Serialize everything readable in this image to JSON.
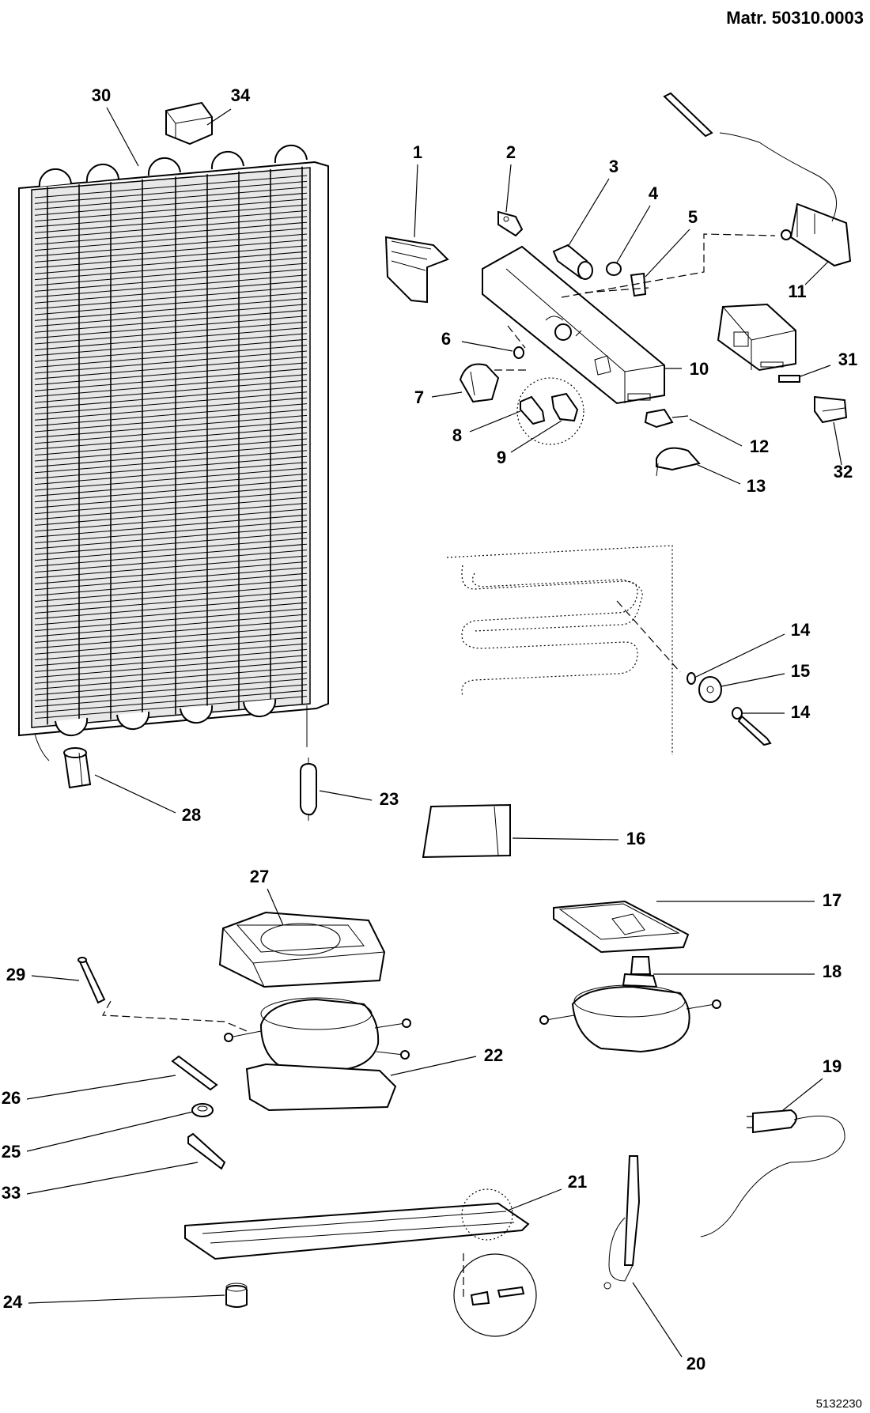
{
  "header": {
    "material_number": "Matr. 50310.0003"
  },
  "footer": {
    "drawing_number": "5132230"
  },
  "callouts": [
    {
      "id": "c30",
      "text": "30"
    },
    {
      "id": "c34",
      "text": "34"
    },
    {
      "id": "c1",
      "text": "1"
    },
    {
      "id": "c2",
      "text": "2"
    },
    {
      "id": "c3",
      "text": "3"
    },
    {
      "id": "c4",
      "text": "4"
    },
    {
      "id": "c5",
      "text": "5"
    },
    {
      "id": "c11",
      "text": "11"
    },
    {
      "id": "c6",
      "text": "6"
    },
    {
      "id": "c10",
      "text": "10"
    },
    {
      "id": "c31",
      "text": "31"
    },
    {
      "id": "c7",
      "text": "7"
    },
    {
      "id": "c8",
      "text": "8"
    },
    {
      "id": "c12",
      "text": "12"
    },
    {
      "id": "c32",
      "text": "32"
    },
    {
      "id": "c9",
      "text": "9"
    },
    {
      "id": "c13",
      "text": "13"
    },
    {
      "id": "c14a",
      "text": "14"
    },
    {
      "id": "c15",
      "text": "15"
    },
    {
      "id": "c14b",
      "text": "14"
    },
    {
      "id": "c28",
      "text": "28"
    },
    {
      "id": "c23",
      "text": "23"
    },
    {
      "id": "c16",
      "text": "16"
    },
    {
      "id": "c27",
      "text": "27"
    },
    {
      "id": "c17",
      "text": "17"
    },
    {
      "id": "c29",
      "text": "29"
    },
    {
      "id": "c18",
      "text": "18"
    },
    {
      "id": "c22",
      "text": "22"
    },
    {
      "id": "c19",
      "text": "19"
    },
    {
      "id": "c26",
      "text": "26"
    },
    {
      "id": "c25",
      "text": "25"
    },
    {
      "id": "c33",
      "text": "33"
    },
    {
      "id": "c21",
      "text": "21"
    },
    {
      "id": "c24",
      "text": "24"
    },
    {
      "id": "c20",
      "text": "20"
    }
  ]
}
